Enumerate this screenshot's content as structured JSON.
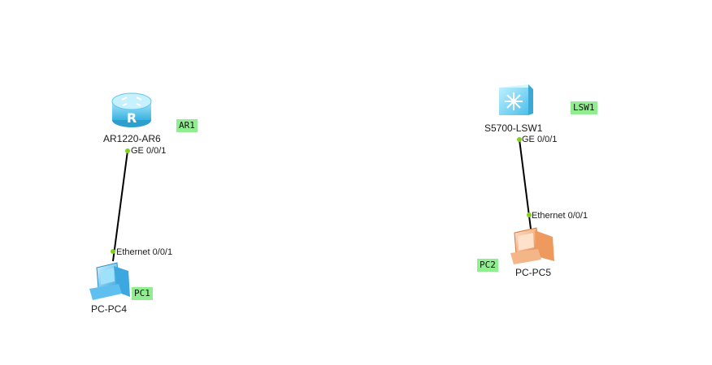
{
  "devices": {
    "router": {
      "name": "AR1220-AR6",
      "tag": "AR1",
      "port": "GE 0/0/1"
    },
    "pc4": {
      "name": "PC-PC4",
      "tag": "PC1",
      "port": "Ethernet 0/0/1"
    },
    "switch": {
      "name": "S5700-LSW1",
      "tag": "LSW1",
      "port": "GE 0/0/1"
    },
    "pc5": {
      "name": "PC-PC5",
      "tag": "PC2",
      "port": "Ethernet 0/0/1"
    }
  },
  "links": [
    {
      "from": "router",
      "to": "pc4"
    },
    {
      "from": "switch",
      "to": "pc5"
    }
  ],
  "colors": {
    "tag_bg": "#90ee90",
    "port_dot": "#7fd11b",
    "router_icon": "#5cc8ea",
    "switch_icon": "#6fd0ee",
    "pc4_icon": "#4fb8ea",
    "pc5_icon": "#f0a06a"
  }
}
